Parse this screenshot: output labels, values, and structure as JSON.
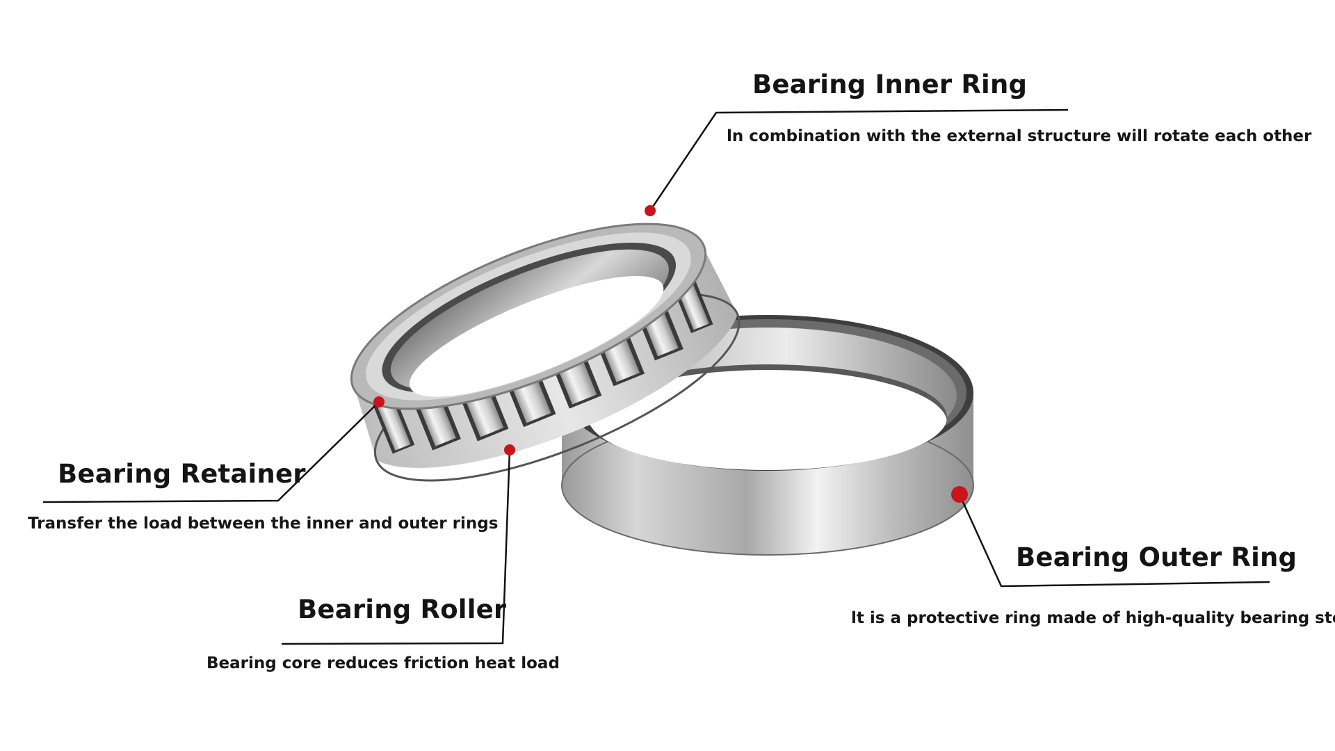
{
  "callouts": {
    "inner_ring": {
      "title": "Bearing Inner Ring",
      "description": "ln combination with the external structure will rotate each other"
    },
    "retainer": {
      "title": "Bearing Retainer",
      "description": "Transfer the load between the inner and outer rings"
    },
    "roller": {
      "title": "Bearing Roller",
      "description": "Bearing core reduces friction heat load"
    },
    "outer_ring": {
      "title": "Bearing Outer Ring",
      "description": "lt is a protective ring made of high-quality bearing steel"
    }
  },
  "colors": {
    "marker": "#c8141a",
    "line": "#111111",
    "steel_light": "#eeeeee",
    "steel_mid": "#a9a9a9",
    "steel_dark": "#4a4a4a"
  }
}
